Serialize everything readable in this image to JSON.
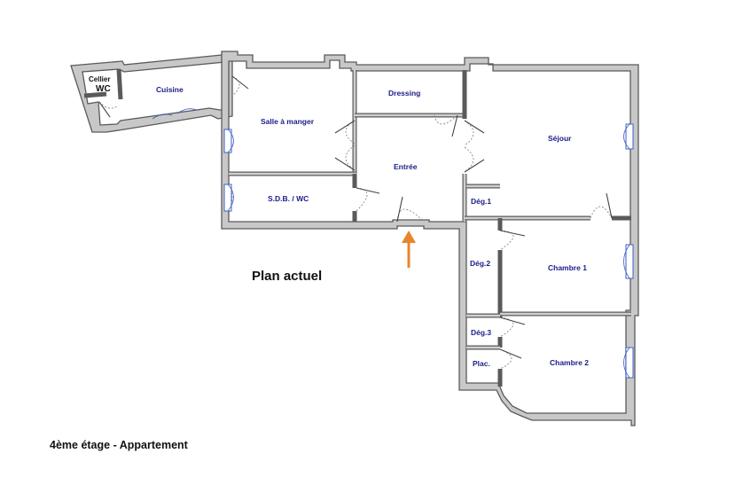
{
  "plan_title": "Plan actuel",
  "floor_caption": "4ème étage - Appartement",
  "colors": {
    "wall": "#c8c8c8",
    "wall_outline": "#5a5a5a",
    "room_label": "#1b1b8a",
    "entrance_arrow": "#e8852b",
    "window": "#3b5fc9"
  },
  "entrance_marker": "up-arrow-icon",
  "rooms": {
    "cellier": "Cellier",
    "wc": "WC",
    "cuisine": "Cuisine",
    "salle_a_manger": "Salle à manger",
    "dressing": "Dressing",
    "sejour": "Séjour",
    "entree": "Entrée",
    "sdb_wc": "S.D.B. / WC",
    "deg1": "Dég.1",
    "deg2": "Dég.2",
    "deg3": "Dég.3",
    "plac": "Plac.",
    "chambre1": "Chambre 1",
    "chambre2": "Chambre 2"
  }
}
